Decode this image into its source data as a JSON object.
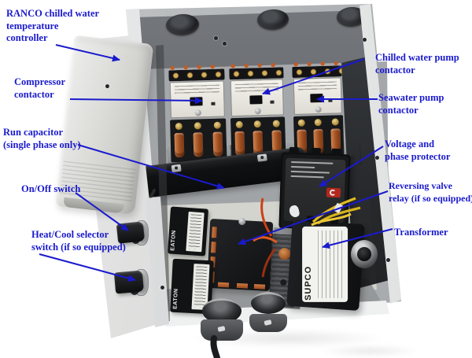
{
  "colors": {
    "annotation_blue": "#1a1acd",
    "background": "#ffffff",
    "enclosure_gray": "#b6b9bb",
    "copper": "#b45a28",
    "wire_yellow": "#e2bd1c",
    "wire_orange": "#cf4012"
  },
  "photo_text": {
    "transformer_brand": "SUPCO",
    "switch_brand": "EATON"
  },
  "annotations": [
    {
      "id": "ranco-controller",
      "lines": [
        "RANCO chilled water",
        "temperature",
        "controller"
      ]
    },
    {
      "id": "compressor-contactor",
      "lines": [
        "Compressor",
        "contactor"
      ]
    },
    {
      "id": "run-capacitor",
      "lines": [
        "Run capacitor",
        "(single phase only)"
      ]
    },
    {
      "id": "on-off-switch",
      "lines": [
        "On/Off switch"
      ]
    },
    {
      "id": "heat-cool-selector-switch",
      "lines": [
        "Heat/Cool selector",
        "switch (if so equipped)"
      ]
    },
    {
      "id": "chilled-water-pump-contactor",
      "lines": [
        "Chilled water pump",
        "contactor"
      ]
    },
    {
      "id": "seawater-pump-contactor",
      "lines": [
        "Seawater pump",
        "contactor"
      ]
    },
    {
      "id": "voltage-phase-protector",
      "lines": [
        "Voltage and",
        "phase protector"
      ]
    },
    {
      "id": "reversing-valve-relay",
      "lines": [
        "Reversing valve",
        "relay (if so equipped)"
      ]
    },
    {
      "id": "transformer",
      "lines": [
        "Transformer"
      ]
    }
  ]
}
